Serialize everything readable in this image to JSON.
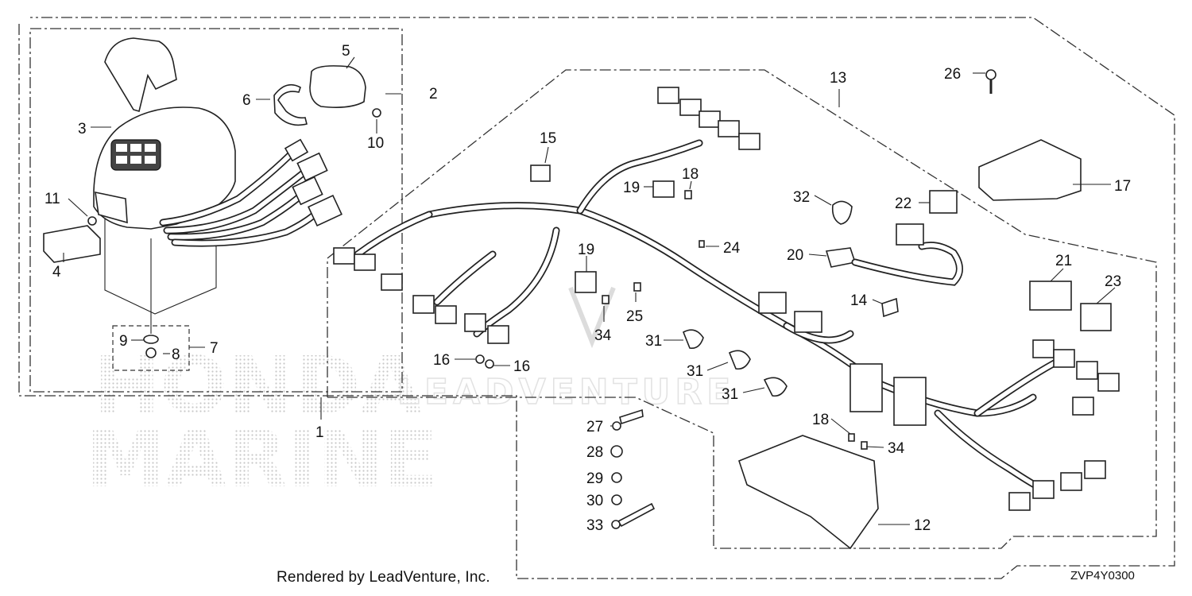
{
  "watermark": {
    "brand_top": "HONDA",
    "brand_bottom": "MARINE",
    "dealer": "LEADVENTURE"
  },
  "footer": {
    "rendered_by": "Rendered by LeadVenture, Inc.",
    "diagram_code": "ZVP4Y0300"
  },
  "callouts": {
    "c1": "1",
    "c2": "2",
    "c3": "3",
    "c4": "4",
    "c5": "5",
    "c6": "6",
    "c7": "7",
    "c8": "8",
    "c9": "9",
    "c10": "10",
    "c11": "11",
    "c12": "12",
    "c13": "13",
    "c14": "14",
    "c15": "15",
    "c16a": "16",
    "c16b": "16",
    "c17": "17",
    "c18a": "18",
    "c18b": "18",
    "c19a": "19",
    "c19b": "19",
    "c20": "20",
    "c21": "21",
    "c22": "22",
    "c23": "23",
    "c24": "24",
    "c25": "25",
    "c26": "26",
    "c27": "27",
    "c28": "28",
    "c29": "29",
    "c30": "30",
    "c31a": "31",
    "c31b": "31",
    "c31c": "31",
    "c32": "32",
    "c33": "33",
    "c34a": "34",
    "c34b": "34"
  }
}
